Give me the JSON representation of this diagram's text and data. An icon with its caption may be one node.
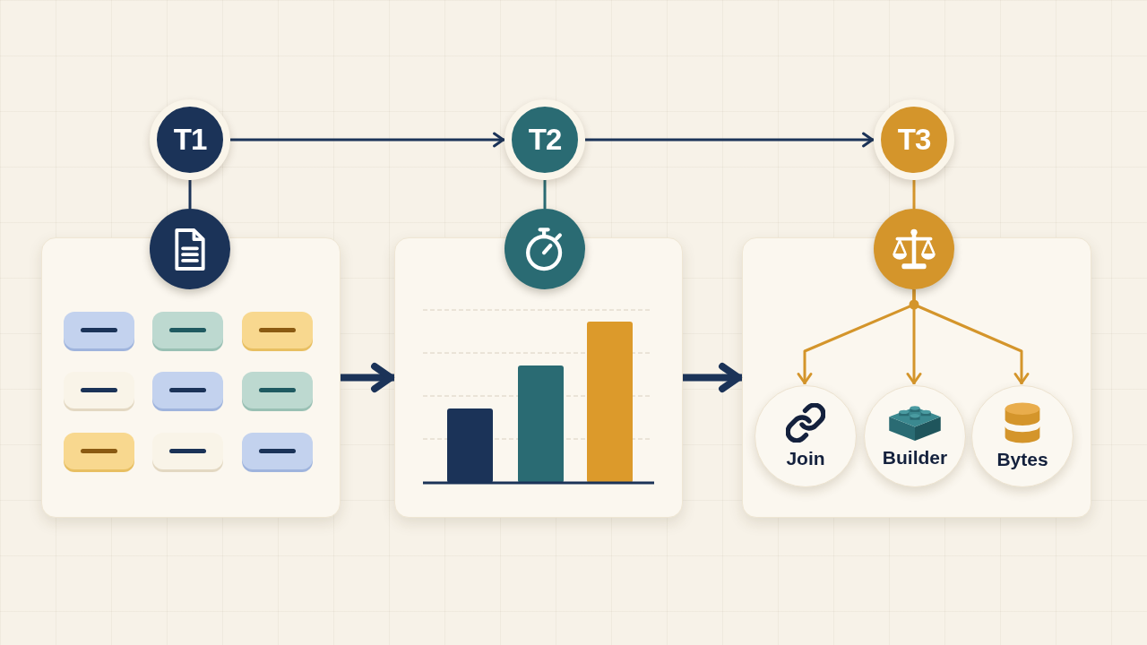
{
  "diagram": {
    "nodes": [
      {
        "text": [
          "T1"
        ]
      },
      {
        "text": [
          "T2"
        ]
      },
      {
        "text": [
          "T3"
        ]
      },
      {
        "text": [],
        "shape": "circle"
      },
      {
        "text": [],
        "shape": "box"
      },
      {
        "text": [],
        "shape": "circle"
      },
      {
        "text": [],
        "shape": "box"
      },
      {
        "text": [],
        "shape": "circle"
      },
      {
        "text": [],
        "shape": "box"
      },
      {
        "text": [
          "Join"
        ],
        "in": 8
      },
      {
        "text": [
          "Builder"
        ],
        "in": 8
      },
      {
        "text": [
          "Bytes"
        ],
        "in": 8
      }
    ],
    "edges": [
      {
        "from": 0,
        "to": 1,
        "arrow": "to"
      },
      {
        "from": 1,
        "to": 2,
        "arrow": "to"
      },
      {
        "from": 0,
        "to": 3,
        "arrow": "none"
      },
      {
        "from": 1,
        "to": 5,
        "arrow": "none",
        "color": "#2a6b73"
      },
      {
        "from": 2,
        "to": 7,
        "arrow": "none",
        "color": "#d4952b"
      },
      {
        "from": 4,
        "to": 6,
        "arrow": "to",
        "style": "thick"
      },
      {
        "from": 6,
        "to": 8,
        "arrow": "to",
        "style": "thick"
      },
      {
        "from": 7,
        "to": 9,
        "arrow": "to",
        "color": "#d4952b"
      },
      {
        "from": 7,
        "to": 10,
        "arrow": "to",
        "color": "#d4952b"
      },
      {
        "from": 7,
        "to": 11,
        "arrow": "to",
        "color": "#d4952b"
      }
    ]
  }
}
